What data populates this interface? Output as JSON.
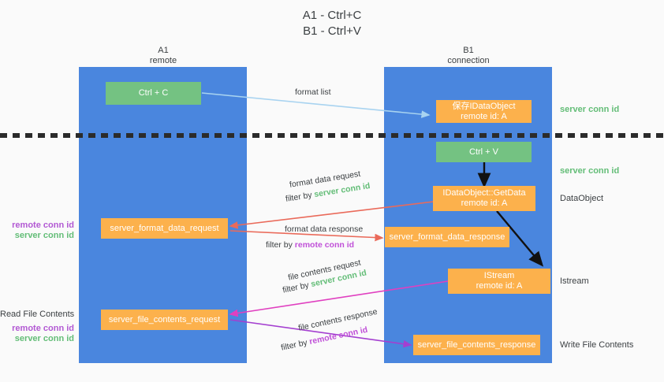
{
  "title": {
    "line1": "A1 - Ctrl+C",
    "line2": "B1 - Ctrl+V"
  },
  "columns": [
    {
      "name": "A1",
      "role": "remote"
    },
    {
      "name": "B1",
      "role": "connection"
    }
  ],
  "nodes": {
    "ctrl_c": "Ctrl + C",
    "ctrl_v": "Ctrl + V",
    "save_idataobject_l1": "保存IDataObject",
    "save_idataobject_l2": "remote id: A",
    "getdata_l1": "IDataObject::GetData",
    "getdata_l2": "remote id: A",
    "istream_l1": "IStream",
    "istream_l2": "remote id: A",
    "server_format_data_request": "server_format_data_request",
    "server_format_data_response": "server_format_data_response",
    "server_file_contents_request": "server_file_contents_request",
    "server_file_contents_response": "server_file_contents_response"
  },
  "edges": {
    "format_list": "format list",
    "format_data_request": "format data request",
    "format_data_request_filter_prefix": "filter by ",
    "format_data_request_filter_value": "server conn id",
    "format_data_response": "format data response",
    "format_data_response_filter_prefix": "filter by ",
    "format_data_response_filter_value": "remote conn id",
    "file_contents_request": "file contents request",
    "file_contents_request_filter_prefix": "filter by ",
    "file_contents_request_filter_value": "server conn id",
    "file_contents_response": "file contents response",
    "file_contents_response_filter_prefix": "filter by ",
    "file_contents_response_filter_value": "remote conn id"
  },
  "annotations": {
    "right_server_conn_id_top": "server conn id",
    "right_server_conn_id_mid": "server conn id",
    "right_dataobject": "DataObject",
    "right_istream": "Istream",
    "right_write_file_contents": "Write File Contents",
    "left_remote_conn_id_1": "remote conn id",
    "left_server_conn_id_1": "server conn id",
    "left_read_file_contents": "Read File Contents",
    "left_remote_conn_id_2": "remote conn id",
    "left_server_conn_id_2": "server conn id"
  },
  "colors": {
    "lane": "#4a86de",
    "green_node": "#74c282",
    "orange_node": "#fcb14c",
    "server_conn_id": "#63bd77",
    "remote_conn_id": "#b258d3",
    "arrow_blue": "#a8d3f0",
    "arrow_red": "#ea6a5a",
    "arrow_magenta": "#e040c0",
    "arrow_purple": "#a43fd0",
    "arrow_black": "#000000",
    "background": "#fafafa"
  }
}
